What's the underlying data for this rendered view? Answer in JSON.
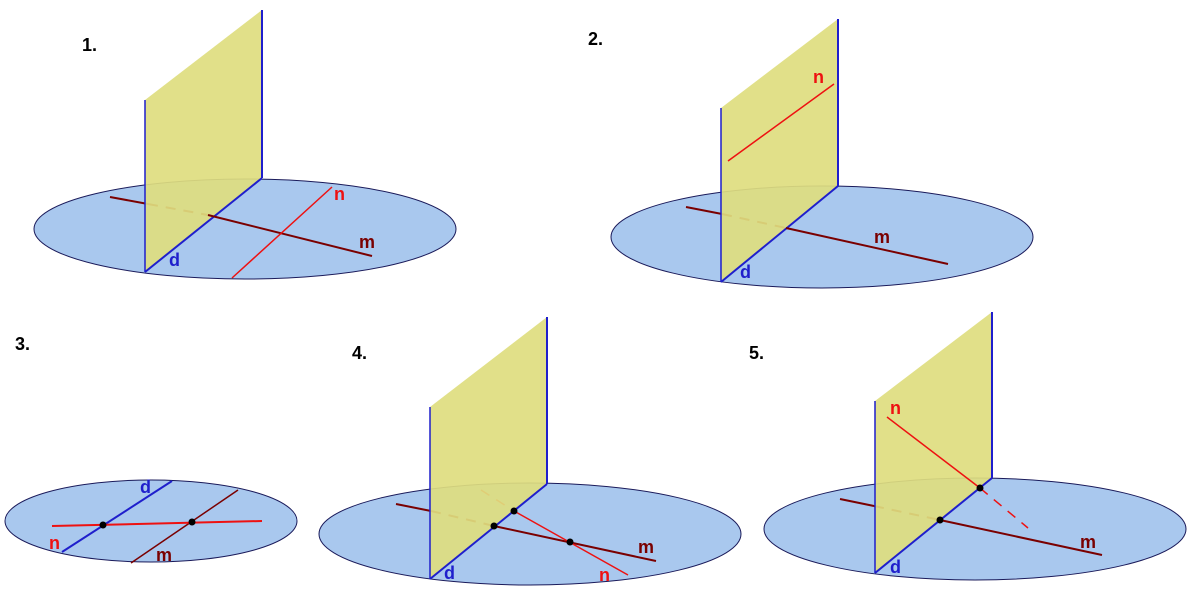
{
  "colors": {
    "ellipse_fill": "#a9c8ee",
    "ellipse_stroke": "#1a1a5a",
    "plane_fill": "#dedd7f",
    "plane_stroke": "#1f1fcc",
    "line_d": "#1f1fcc",
    "line_m": "#7a0000",
    "line_n": "#ee1111",
    "point": "#000000"
  },
  "figures": [
    {
      "number": "1.",
      "labels": {
        "d": "d",
        "m": "m",
        "n": "n"
      }
    },
    {
      "number": "2.",
      "labels": {
        "d": "d",
        "m": "m",
        "n": "n"
      }
    },
    {
      "number": "3.",
      "labels": {
        "d": "d",
        "m": "m",
        "n": "n"
      }
    },
    {
      "number": "4.",
      "labels": {
        "d": "d",
        "m": "m",
        "n": "n"
      }
    },
    {
      "number": "5.",
      "labels": {
        "d": "d",
        "m": "m",
        "n": "n"
      }
    }
  ]
}
